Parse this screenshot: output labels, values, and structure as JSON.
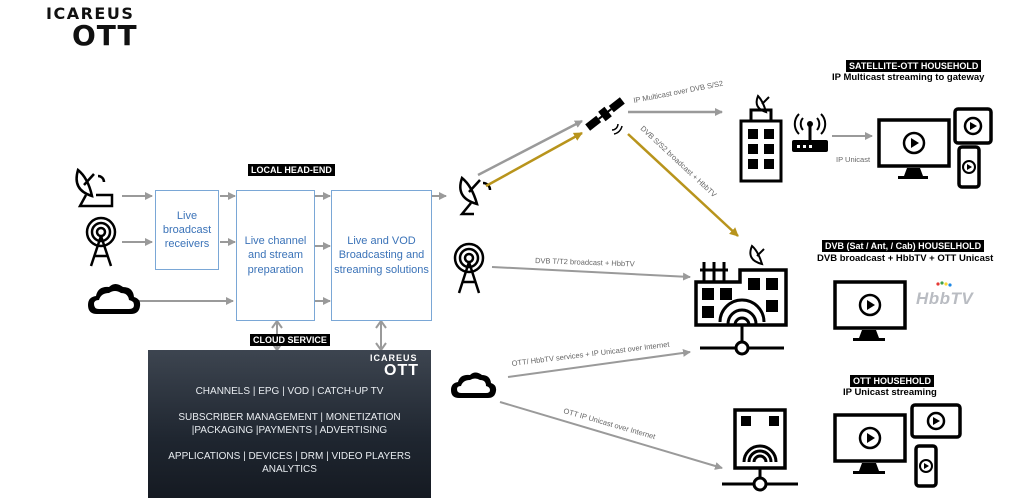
{
  "logo": {
    "line1": "ICAREUS",
    "line2": "OTT"
  },
  "sections": {
    "local_headend": "LOCAL HEAD-END",
    "cloud_service": "CLOUD SERVICE"
  },
  "boxes": {
    "receivers": "Live broadcast receivers",
    "preparation": "Live channel and stream preparation",
    "broadcasting": "Live and VOD Broadcasting and streaming solutions"
  },
  "cloud_panel": {
    "logo_line1": "ICAREUS",
    "logo_line2": "OTT",
    "line1": "CHANNELS | EPG | VOD | CATCH-UP TV",
    "line2a": "SUBSCRIBER MANAGEMENT | MONETIZATION",
    "line2b": "|PACKAGING |PAYMENTS | ADVERTISING",
    "line3a": "APPLICATIONS | DEVICES | DRM | VIDEO PLAYERS",
    "line3b": "ANALYTICS"
  },
  "households": {
    "satellite": {
      "title": "SATELLITE-OTT HOUSEHOLD",
      "subtitle": "IP Multicast streaming to gateway"
    },
    "dvb": {
      "title": "DVB (Sat / Ant, / Cab) HOUSELHOLD",
      "subtitle": "DVB broadcast + HbbTV + OTT Unicast"
    },
    "ott": {
      "title": "OTT HOUSEHOLD",
      "subtitle": "IP Unicast streaming"
    }
  },
  "link_labels": {
    "ip_multicast": "IP Multicast over DVB S/S2",
    "dvb_s2": "DVB S/S2 broadcast + HbbTV",
    "ip_unicast": "IP Unicast",
    "dvb_t": "DVB T/T2 broadcast + HbbTV",
    "ott_hbbtv": "OTT/ HbbTV services + IP Unicast over Internet",
    "ott_ip": "OTT IP Unicast over Internet"
  },
  "hbbtv_logo": "HbbTV",
  "colors": {
    "box_border": "#7aa7d6",
    "box_text": "#3b73b8",
    "gold_arrow": "#b8941c",
    "gray_arrow": "#9a9a9a",
    "panel_bg": "#1f2630"
  }
}
